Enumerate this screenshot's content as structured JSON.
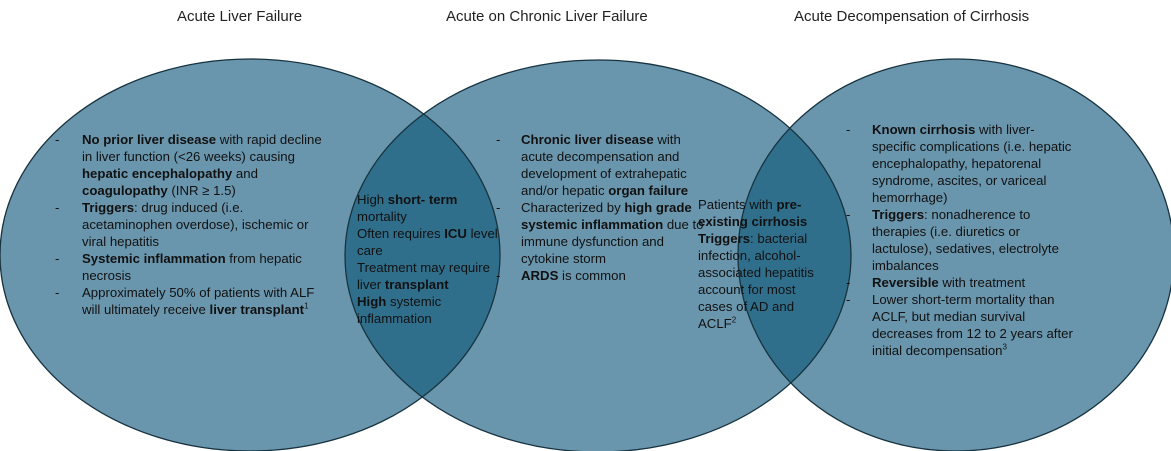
{
  "titles": {
    "left": "Acute Liver Failure",
    "middle": "Acute on Chronic Liver Failure",
    "right": "Acute Decompensation of Cirrhosis"
  },
  "colors": {
    "circle_fill": "#6a96ad",
    "overlap_fill": "#306f8c",
    "outline": "#17333f"
  },
  "alf": {
    "i1": {
      "b1": "No prior liver disease",
      "t1": " with rapid decline in liver function (<26 weeks) causing ",
      "b2": "hepatic encephalopathy",
      "t2": " and ",
      "b3": "coagulopathy",
      "t3": " (INR ≥ 1.5)"
    },
    "i2": {
      "b1": "Triggers",
      "t1": ": drug induced (i.e. acetaminophen overdose), ischemic or viral hepatitis"
    },
    "i3": {
      "b1": "Systemic inflammation",
      "t1": " from hepatic necrosis"
    },
    "i4": {
      "t1": "Approximately 50% of patients with ALF will ultimately receive ",
      "b1": "liver transplant",
      "sup": "1"
    }
  },
  "alf_aclf": {
    "i1": {
      "t1": "High ",
      "b1": "short- term",
      "t2": " mortality"
    },
    "i2": {
      "t1": "Often requires ",
      "b1": "ICU",
      "t2": " level care"
    },
    "i3": {
      "t1": "Treatment may require liver ",
      "b1": "transplant"
    },
    "i4": {
      "b1": "High",
      "t1": " systemic inflammation"
    }
  },
  "aclf": {
    "i1": {
      "b1": "Chronic liver disease",
      "t1": " with acute decompensation and development of extrahepatic and/or hepatic ",
      "b2": "organ failure"
    },
    "i2": {
      "t1": "Characterized by ",
      "b1": "high grade systemic inflammation",
      "t2": " due to immune dysfunction and cytokine storm"
    },
    "i3": {
      "b1": "ARDS",
      "t1": " is common"
    }
  },
  "aclf_adc": {
    "i1": {
      "t1": "Patients with ",
      "b1": "pre-existing cirrhosis"
    },
    "i2": {
      "b1": "Triggers",
      "t1": ": bacterial infection, alcohol-associated hepatitis account for most cases of AD and ACLF",
      "sup": "2"
    }
  },
  "adc": {
    "i1": {
      "b1": "Known cirrhosis",
      "t1": " with liver-specific complications (i.e. hepatic encephalopathy, hepatorenal syndrome, ascites, or variceal hemorrhage)"
    },
    "i2": {
      "b1": "Triggers",
      "t1": ": nonadherence to therapies (i.e. diuretics or lactulose), sedatives, electrolyte imbalances"
    },
    "i3": {
      "b1": "Reversible",
      "t1": " with treatment"
    },
    "i4": {
      "t1": "Lower short-term mortality than ACLF, but median survival decreases from 12 to 2 years after initial decompensation",
      "sup": "3"
    }
  }
}
